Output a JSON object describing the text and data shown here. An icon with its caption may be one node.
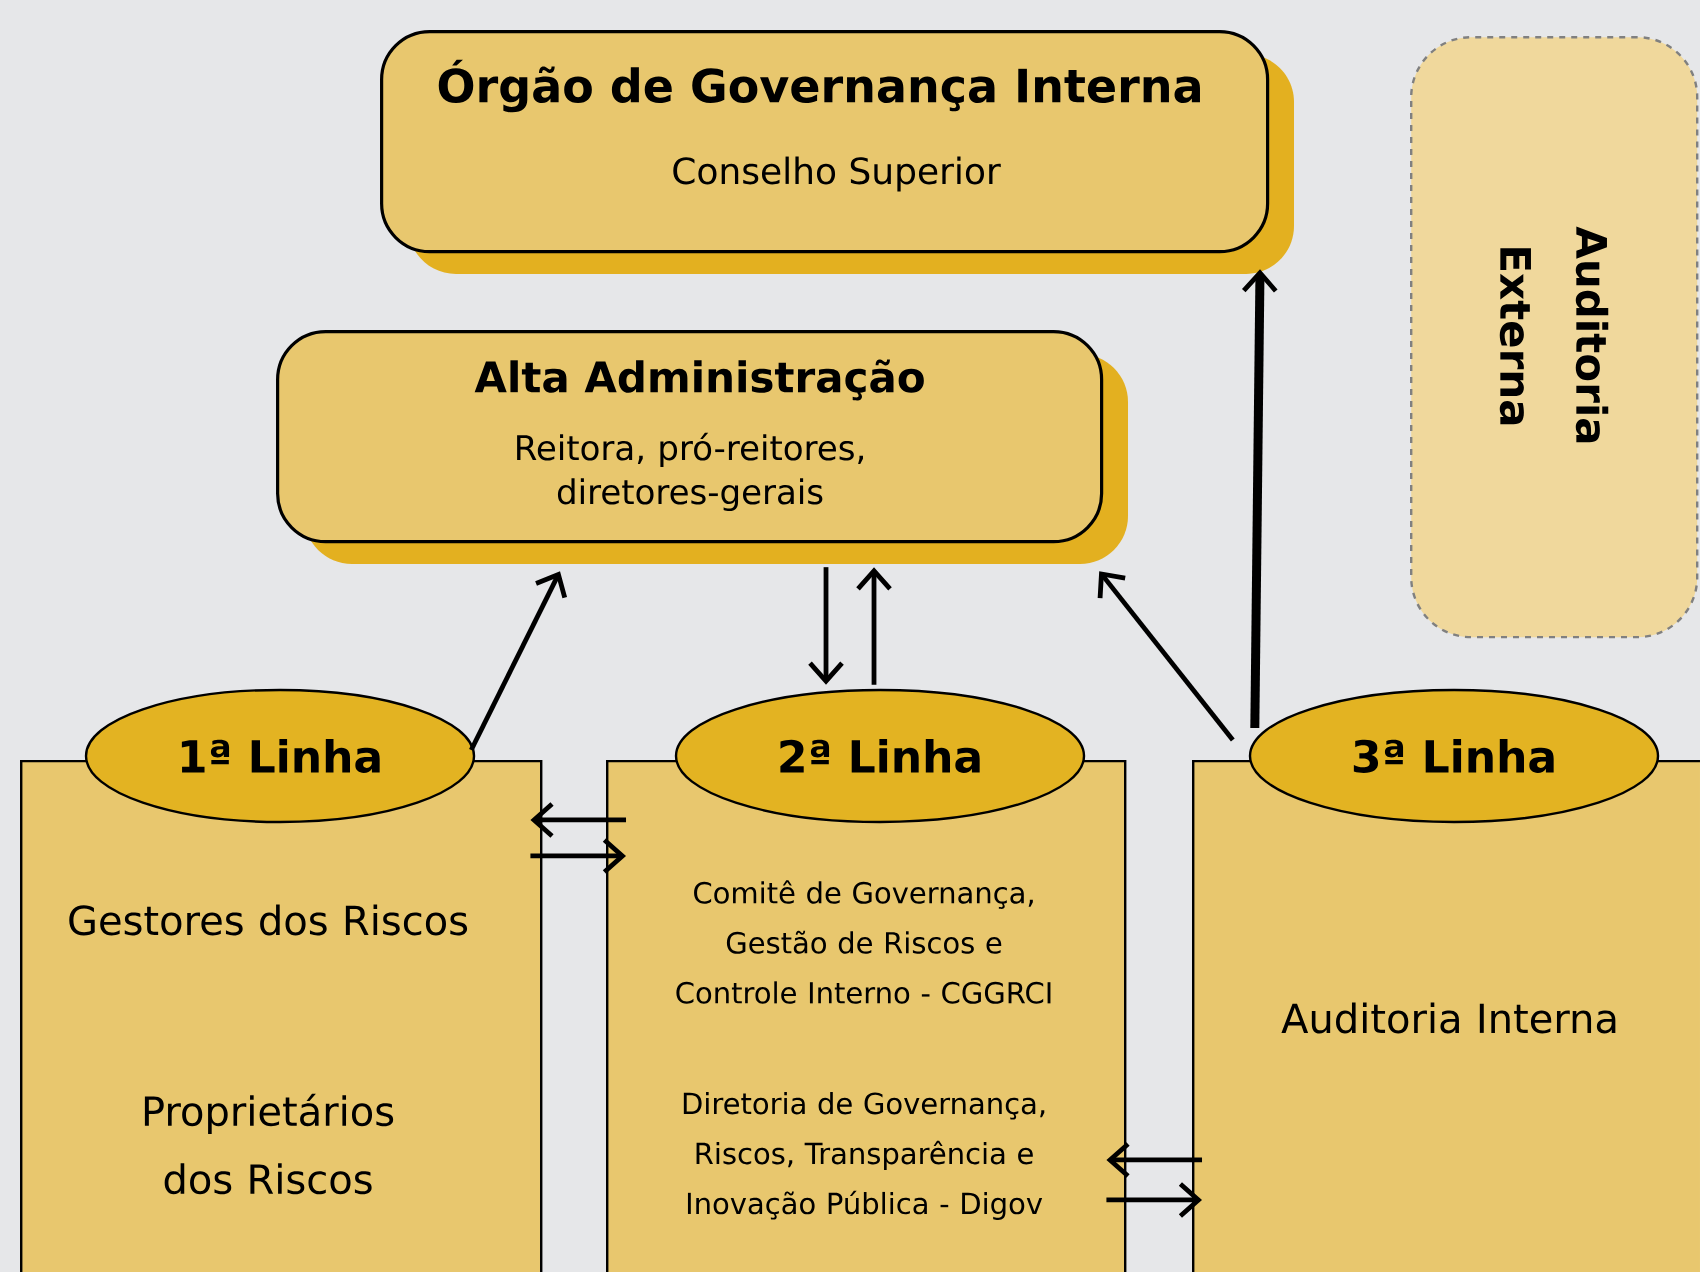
{
  "diagram": {
    "nodes": [
      {
        "text": [
          "Órgão de Governança Interna",
          "Conselho Superior"
        ]
      },
      {
        "text": [
          "Auditoria Externa"
        ]
      },
      {
        "text": [
          "Alta Administração",
          "Reitora, pró-reitores, diretores-gerais"
        ]
      },
      {
        "text": [
          "1ª Linha"
        ]
      },
      {
        "text": [
          "Gestores dos Riscos",
          "Proprietários dos Riscos"
        ]
      },
      {
        "text": [
          "2ª Linha"
        ]
      },
      {
        "text": [
          "Comitê de Governança, Gestão de Riscos e Controle Interno - CGGRCI",
          "Diretoria de Governança, Riscos, Transparência e Inovação Pública - Digov"
        ]
      },
      {
        "text": [
          "3ª Linha"
        ]
      },
      {
        "text": [
          "Auditoria Interna"
        ]
      }
    ],
    "edges": [
      {
        "from": 3,
        "to": 2,
        "arrow": "to"
      },
      {
        "from": 2,
        "to": 5,
        "arrow": "to"
      },
      {
        "from": 5,
        "to": 2,
        "arrow": "to"
      },
      {
        "from": 7,
        "to": 2,
        "arrow": "to"
      },
      {
        "from": 7,
        "to": 0,
        "arrow": "to",
        "style": "thick"
      },
      {
        "from": 6,
        "to": 4,
        "arrow": "to"
      },
      {
        "from": 4,
        "to": 6,
        "arrow": "to"
      },
      {
        "from": 8,
        "to": 6,
        "arrow": "to"
      },
      {
        "from": 6,
        "to": 8,
        "arrow": "to"
      }
    ]
  }
}
